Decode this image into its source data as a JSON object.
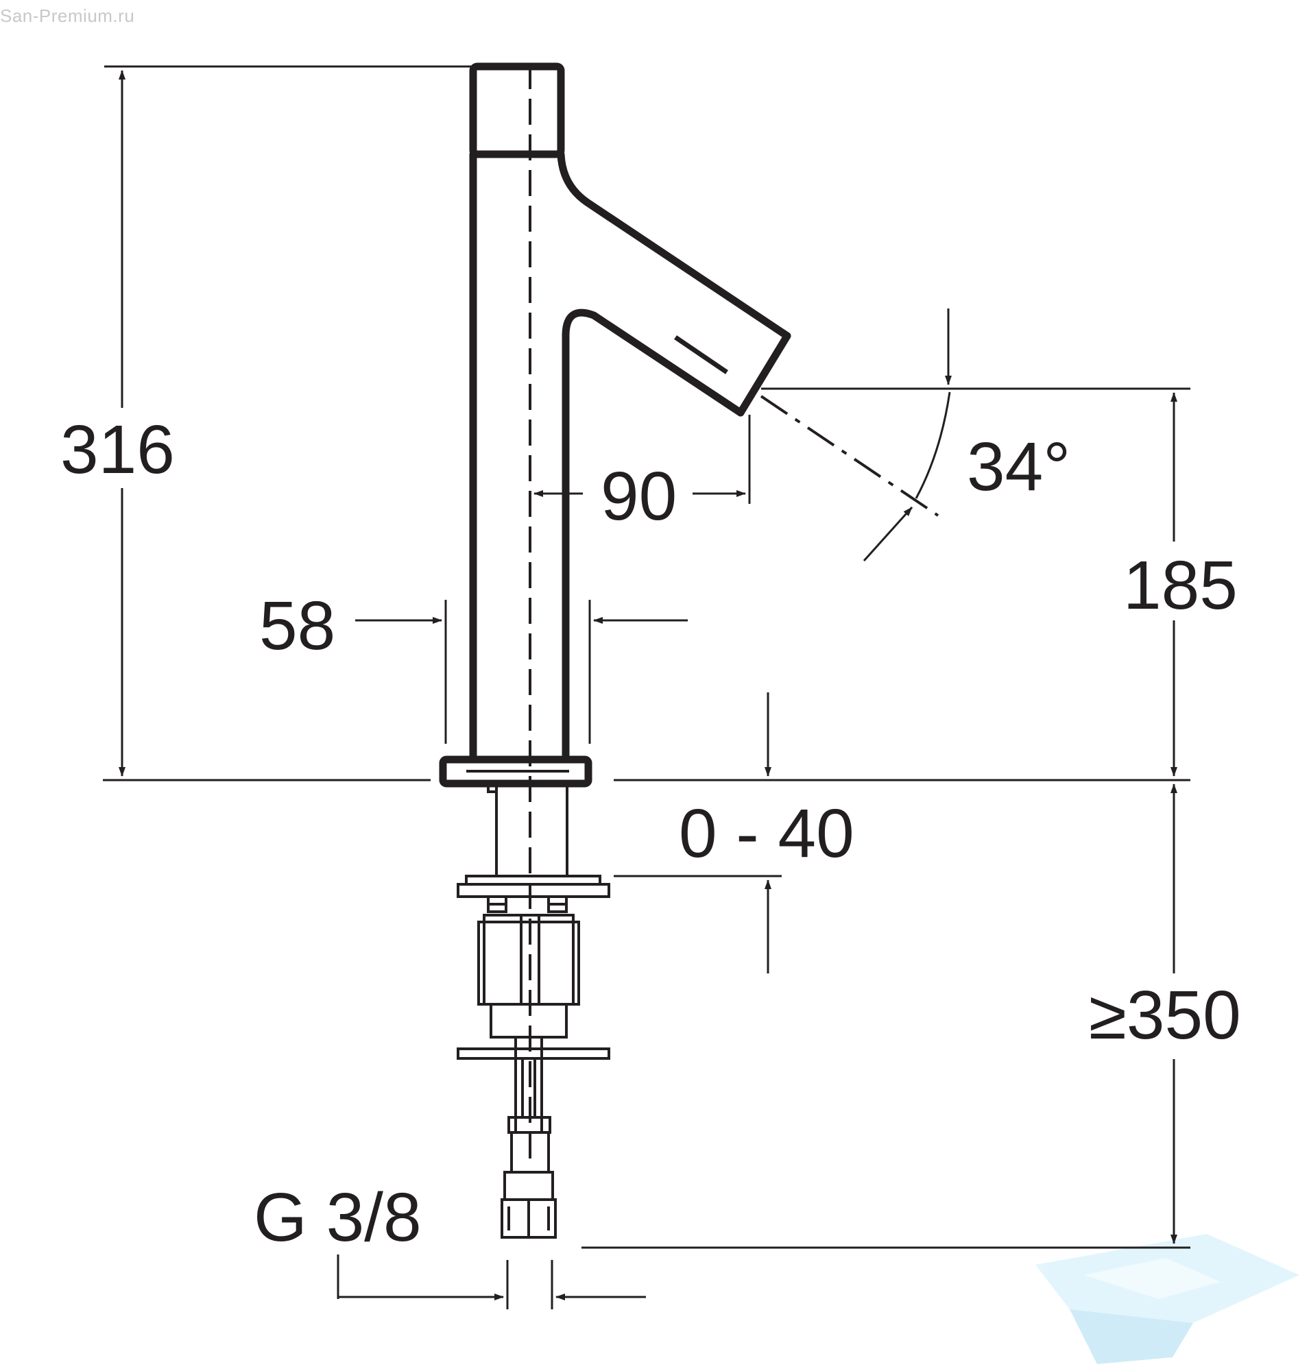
{
  "watermark": {
    "site": "San-Premium.ru"
  },
  "dimensions": {
    "overall_height": "316",
    "spout_height": "185",
    "spout_reach": "90",
    "body_diameter": "58",
    "spray_angle": "34°",
    "deck_thickness": "0 - 40",
    "hose_length": "≥350",
    "connection_thread": "G 3/8"
  },
  "colors": {
    "line": "#231f20",
    "watermark_text": "#c8c8c8",
    "logo": "#bfe6f5"
  }
}
